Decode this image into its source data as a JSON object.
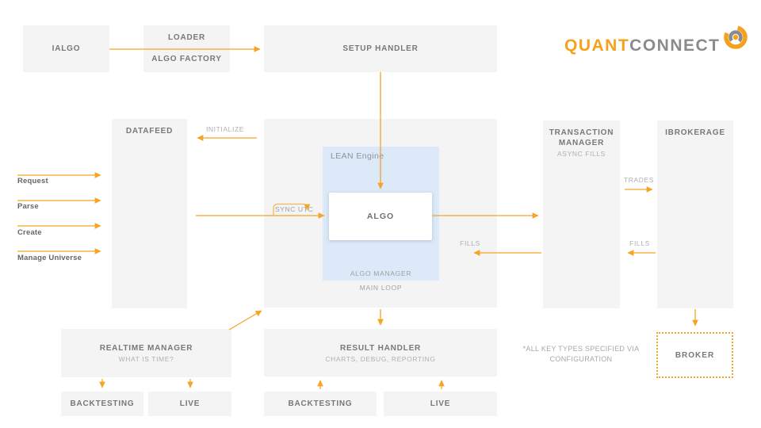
{
  "logo": {
    "quant": "QUANT",
    "connect": "CONNECT",
    "mark": "swirl-icon"
  },
  "nodes": {
    "ialgo": {
      "title": "IALGO"
    },
    "loader": {
      "line1": "LOADER",
      "line2": "ALGO FACTORY"
    },
    "setup_handler": {
      "title": "SETUP HANDLER"
    },
    "datafeed": {
      "title": "DATAFEED"
    },
    "lean_engine": {
      "label": "LEAN Engine"
    },
    "algo": {
      "title": "ALGO"
    },
    "algo_manager": {
      "label": "ALGO MANAGER"
    },
    "main_loop": {
      "label": "MAIN LOOP"
    },
    "transaction_manager": {
      "line1": "TRANSACTION",
      "line2": "MANAGER",
      "subtitle": "ASYNC FILLS"
    },
    "ibrokerage": {
      "title": "IBROKERAGE"
    },
    "realtime_manager": {
      "title": "REALTIME MANAGER",
      "subtitle": "WHAT IS TIME?"
    },
    "result_handler": {
      "title": "RESULT HANDLER",
      "subtitle": "CHARTS, DEBUG, REPORTING"
    },
    "backtesting_left": {
      "title": "BACKTESTING"
    },
    "live_left": {
      "title": "LIVE"
    },
    "backtesting_mid": {
      "title": "BACKTESTING"
    },
    "live_mid": {
      "title": "LIVE"
    },
    "broker": {
      "title": "BROKER"
    }
  },
  "edge_labels": {
    "initialize": "INITIALIZE",
    "sync_utc": "SYNC UTC",
    "fills_mid": "FILLS",
    "trades": "TRADES",
    "fills_right": "FILLS",
    "request": "Request",
    "parse": "Parse",
    "create": "Create",
    "manage_universe": "Manage Universe"
  },
  "footnote": {
    "line1": "*ALL KEY TYPES SPECIFIED VIA",
    "line2": "CONFIGURATION"
  },
  "colors": {
    "accent": "#f5a424",
    "box_fill": "#f4f4f5",
    "lean_fill": "#dbe9f8",
    "title_text": "#76787b",
    "muted_text": "#aeb0b3",
    "logo_orange": "#f7a01b",
    "logo_gray": "#8a8b8c"
  }
}
